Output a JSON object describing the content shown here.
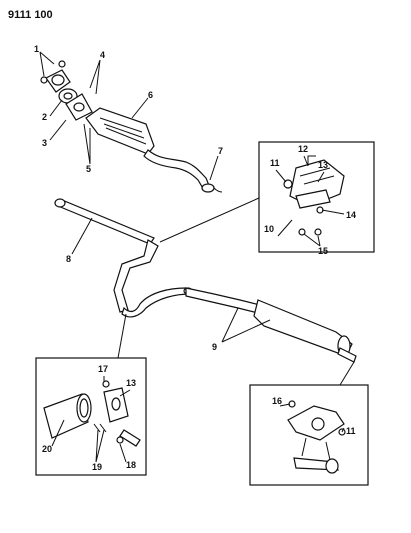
{
  "diagram_code": "9111 100",
  "labels": {
    "l1": "1",
    "l2": "2",
    "l3": "3",
    "l4": "4",
    "l5": "5",
    "l6": "6",
    "l7": "7",
    "l8": "8",
    "l9": "9",
    "l10": "10",
    "l11a": "11",
    "l11b": "11",
    "l12": "12",
    "l13a": "13",
    "l13b": "13",
    "l14": "14",
    "l15": "15",
    "l16": "16",
    "l17": "17",
    "l18": "18",
    "l19": "19",
    "l20": "20"
  }
}
